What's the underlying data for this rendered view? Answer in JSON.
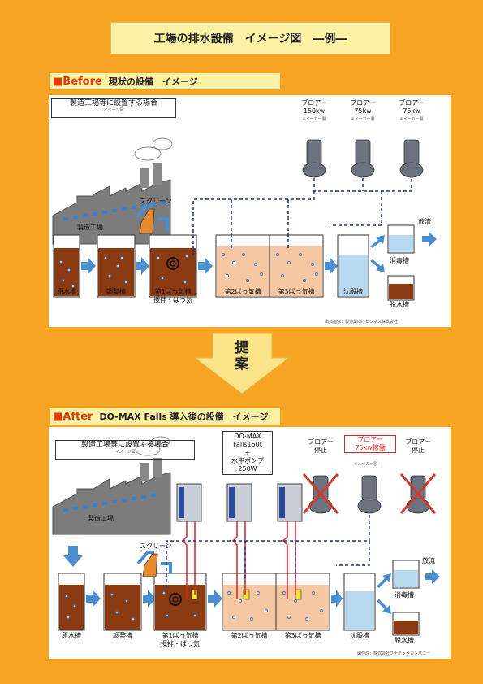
{
  "title": "工場の排水設備　イメージ図　―例―",
  "before": {
    "section_label_em": "■Before",
    "section_label": "現状の設備　イメージ",
    "caption": "製造工場等に設置する場合",
    "caption_sub": "イメージ図",
    "factory": "製造工場",
    "screen": "スクリーン",
    "blowers": [
      {
        "name": "ブロアー",
        "power": "150kw",
        "note": "※メーカー製"
      },
      {
        "name": "ブロアー",
        "power": "75kw",
        "note": "※メーカー製"
      },
      {
        "name": "ブロアー",
        "power": "75kw",
        "note": "※メーカー製"
      }
    ],
    "tanks": [
      "原水槽",
      "調整槽",
      "第1ばっ気槽",
      "第2ばっ気槽",
      "第3ばっ気槽",
      "沈殿槽"
    ],
    "tank3_sub": "攪拌・ばっ気",
    "release": "放流",
    "disinfection": "消毒槽",
    "sludge": "脱水槽",
    "footnote": "出典画像：製造業向けビジネス株式会社"
  },
  "proposal": "提案",
  "after": {
    "section_label_em": "■After",
    "section_label": "DO-MAX Falls 導入後の設備　イメージ",
    "caption": "製造工場等に設置する場合",
    "caption_sub": "イメージ図",
    "factory": "製造工場",
    "screen": "スクリーン",
    "domax_lines": [
      "DO-MAX",
      "Falls150t",
      "+",
      "水中ポンプ",
      "250W"
    ],
    "blowers": [
      {
        "name": "ブロアー",
        "status": "停止"
      },
      {
        "name": "ブロアー",
        "status": "75kw稼働",
        "note": "※メーカー製"
      },
      {
        "name": "ブロアー",
        "status": "停止"
      }
    ],
    "tanks": [
      "原水槽",
      "調整槽",
      "第1ばっ気槽",
      "第2ばっ気槽",
      "第3ばっ気槽",
      "沈殿槽"
    ],
    "tank3_sub": "攪拌・ばっ気",
    "release": "放流",
    "disinfection": "消毒槽",
    "sludge": "脱水槽",
    "footnote": "図作成：株式会社フナテックカンパニー"
  },
  "colors": {
    "background": "#f7a323",
    "label_bg": "#fdf1a6",
    "accent_red": "#e23a0a",
    "sludge": "#8b3a12",
    "aeration": "#f6c7a3",
    "clear": "#b9d9f0",
    "arrow_blue": "#4a8ed0"
  }
}
